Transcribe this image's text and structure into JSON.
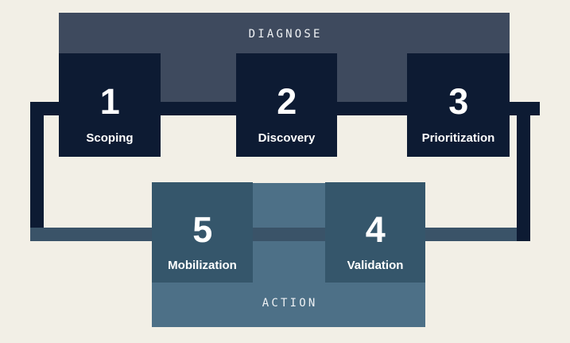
{
  "diagram": {
    "title": "DIAGNOSE",
    "background_color": "#f2efe6",
    "phases": [
      {
        "id": "diagnose",
        "label": "DIAGNOSE",
        "band_color": "#3e4a5e",
        "box_color": "#0d1b33",
        "connector_color": "#0d1b33"
      },
      {
        "id": "action",
        "label": "ACTION",
        "band_color": "#4d7087",
        "box_color": "#35566b",
        "connector_color": "#3a5368"
      }
    ],
    "steps": [
      {
        "number": "1",
        "label": "Scoping",
        "phase": "diagnose"
      },
      {
        "number": "2",
        "label": "Discovery",
        "phase": "diagnose"
      },
      {
        "number": "3",
        "label": "Prioritization",
        "phase": "diagnose"
      },
      {
        "number": "4",
        "label": "Validation",
        "phase": "action"
      },
      {
        "number": "5",
        "label": "Mobilization",
        "phase": "action"
      }
    ]
  }
}
